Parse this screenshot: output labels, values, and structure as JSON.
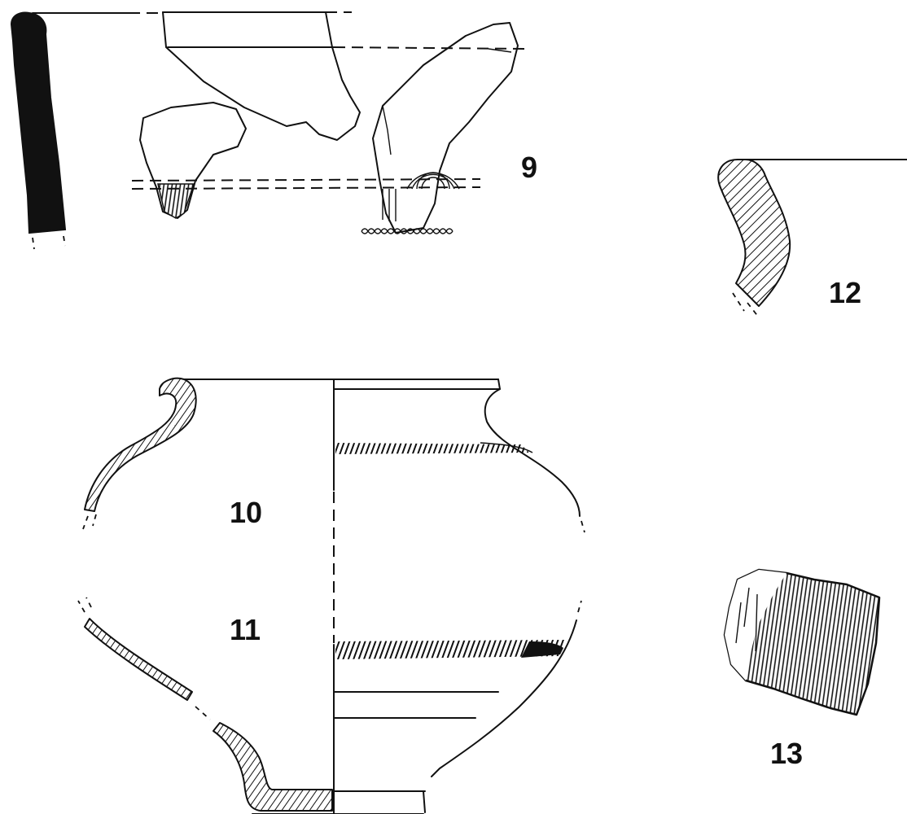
{
  "figures": {
    "fig9": {
      "label": "9"
    },
    "fig10": {
      "label": "10"
    },
    "fig11": {
      "label": "11"
    },
    "fig12": {
      "label": "12"
    },
    "fig13": {
      "label": "13"
    }
  },
  "colors": {
    "ink": "#111111",
    "paper": "#ffffff"
  }
}
